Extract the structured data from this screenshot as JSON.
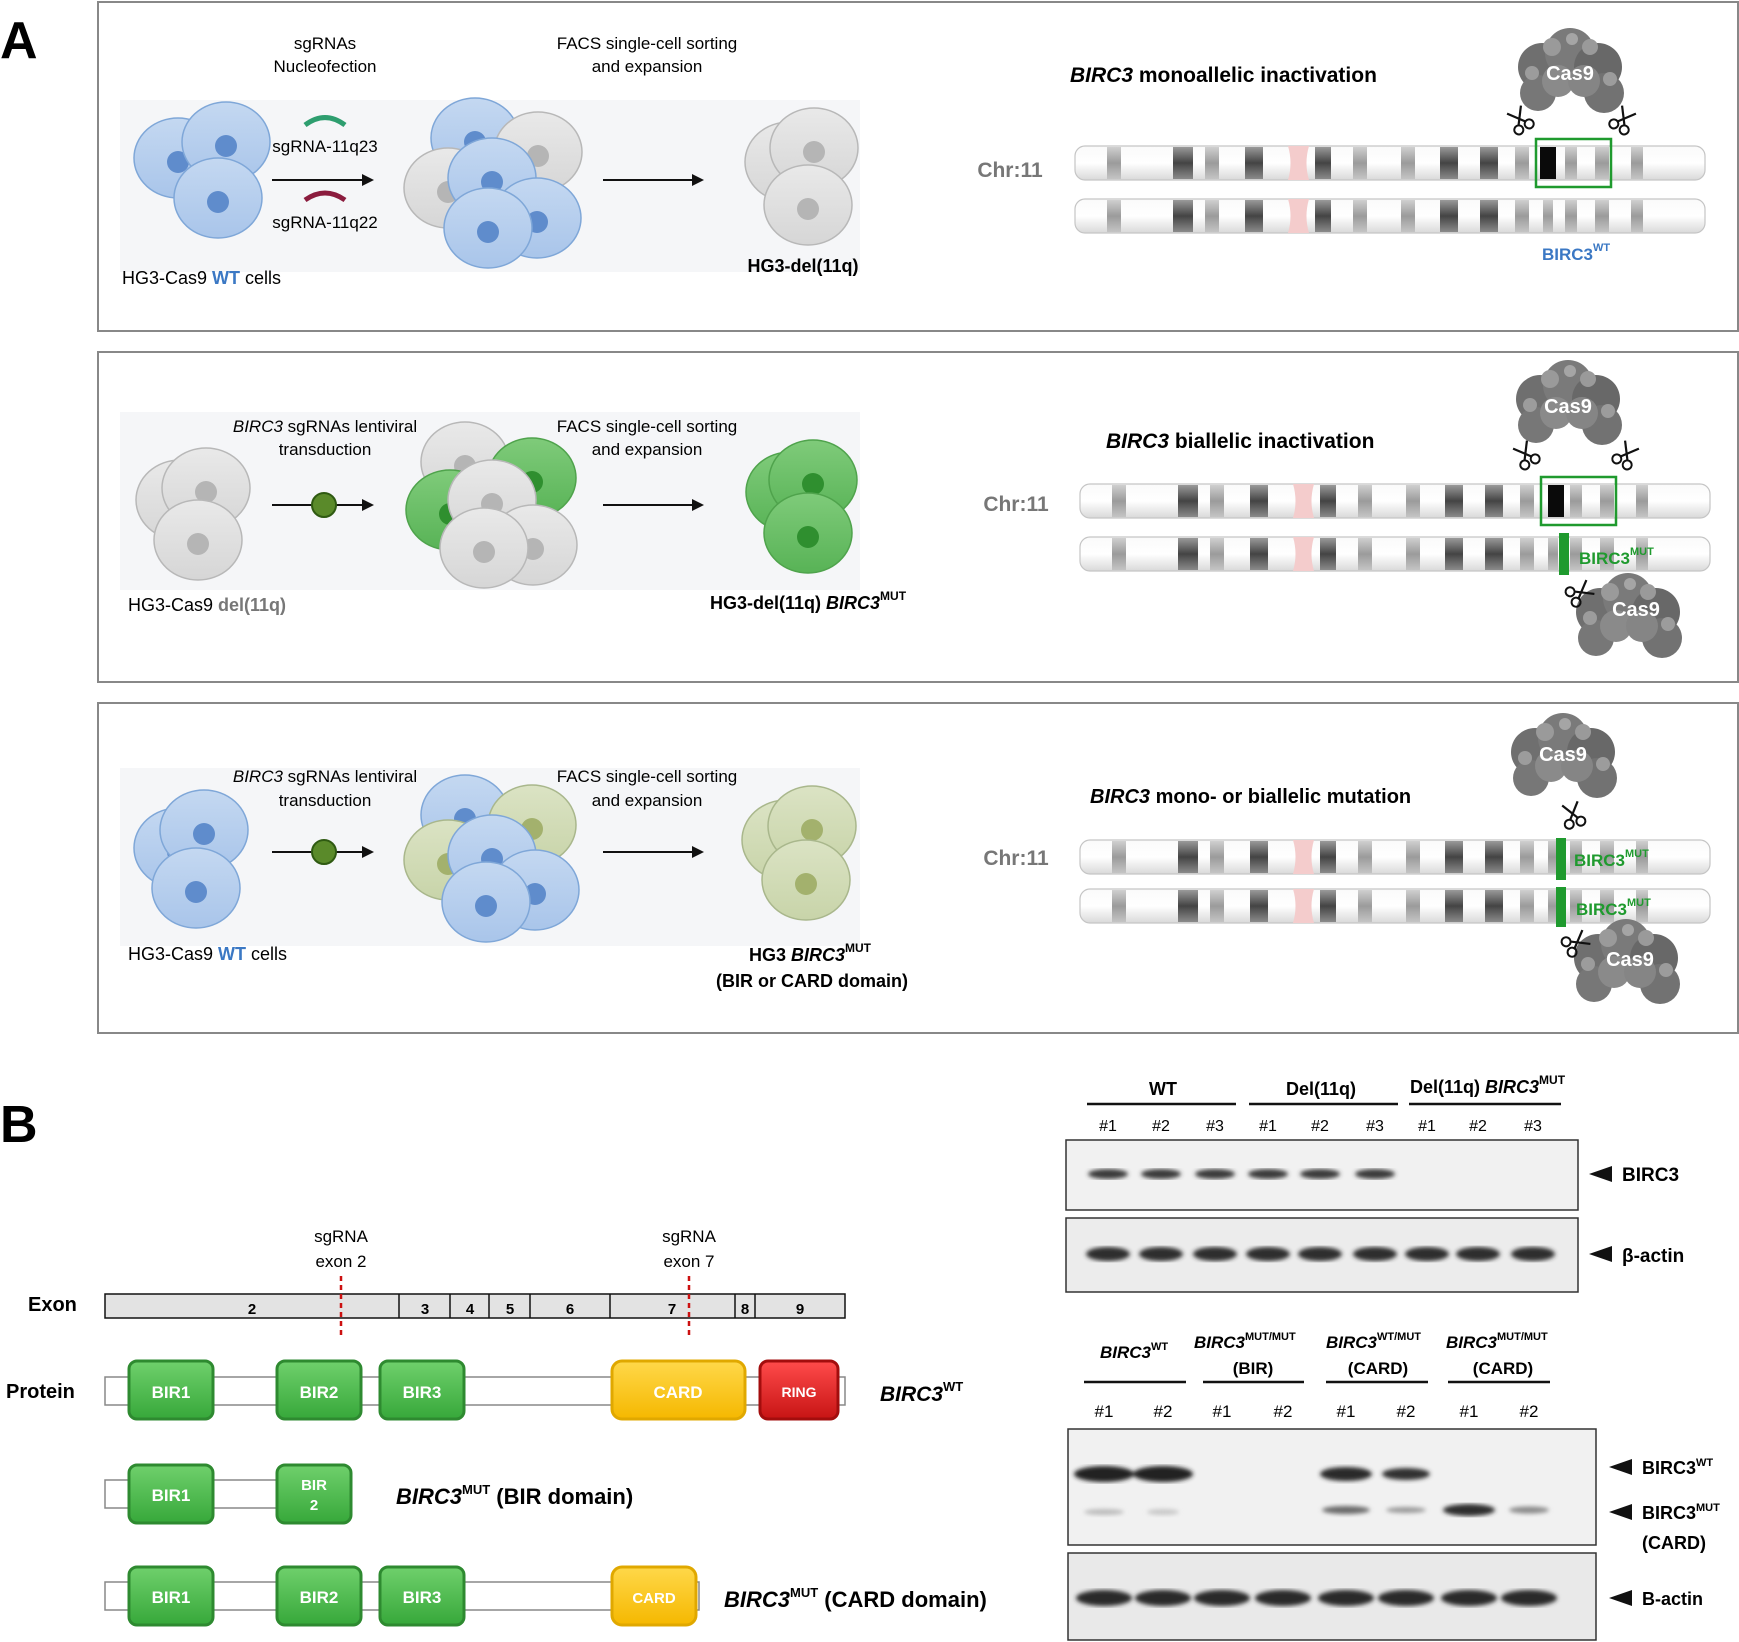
{
  "panelA": {
    "letter": "A",
    "rows": [
      {
        "step1": [
          "sgRNAs",
          "Nucleofection"
        ],
        "sg_a": "sgRNA-11q23",
        "sg_b": "sgRNA-11q22",
        "step2": [
          "FACS single-cell sorting",
          "and expansion"
        ],
        "start_pre": "HG3-Cas9 ",
        "start_hl": "WT",
        "start_post": " cells",
        "end_label": "HG3-del(11q)",
        "title_it": "BIRC3",
        "title_rest": " monoallelic inactivation",
        "chr": "Chr:11",
        "cas9": "Cas9",
        "allele": "BIRC3",
        "allele_sup": "WT"
      },
      {
        "step1_it": "BIRC3",
        "step1_rest": " sgRNAs lentiviral",
        "step1_b": "transduction",
        "step2": [
          "FACS single-cell sorting",
          "and expansion"
        ],
        "start_pre": "HG3-Cas9 ",
        "start_hl": "del(11q)",
        "end_pre": "HG3-del(11q) ",
        "end_it": "BIRC3",
        "end_sup": "MUT",
        "title_it": "BIRC3",
        "title_rest": " biallelic inactivation",
        "chr": "Chr:11",
        "cas9": "Cas9",
        "allele": "BIRC3",
        "allele_sup": "MUT"
      },
      {
        "step1_it": "BIRC3",
        "step1_rest": " sgRNAs lentiviral",
        "step1_b": "transduction",
        "step2": [
          "FACS single-cell sorting",
          "and expansion"
        ],
        "start_pre": "HG3-Cas9 ",
        "start_hl": "WT",
        "start_post": " cells",
        "end_pre": "HG3 ",
        "end_it": "BIRC3",
        "end_sup": "MUT",
        "end_line2": "(BIR or CARD domain)",
        "title_it": "BIRC3",
        "title_rest": " mono- or biallelic mutation",
        "chr": "Chr:11",
        "cas9": "Cas9",
        "allele": "BIRC3",
        "allele_sup": "MUT"
      }
    ]
  },
  "panelB": {
    "letter": "B",
    "sg_left": [
      "sgRNA",
      "exon 2"
    ],
    "sg_right": [
      "sgRNA",
      "exon 7"
    ],
    "exon_label": "Exon",
    "exons": [
      "2",
      "3",
      "4",
      "5",
      "6",
      "7",
      "8",
      "9"
    ],
    "protein_label": "Protein",
    "domains": {
      "bir1": "BIR1",
      "bir2": "BIR2",
      "bir3": "BIR3",
      "card": "CARD",
      "ring": "RING",
      "bir2_a": "BIR",
      "bir2_b": "2"
    },
    "wt_it": "BIRC3",
    "wt_sup": "WT",
    "mut_it": "BIRC3",
    "mut_sup": "MUT",
    "mut_bir_rest": " (BIR domain)",
    "mut_card_rest": " (CARD domain)",
    "blot1": {
      "groups": [
        "WT",
        "Del(11q)"
      ],
      "group3_pre": "Del(11q) ",
      "group3_it": "BIRC3",
      "group3_sup": "MUT",
      "lanes": [
        "#1",
        "#2",
        "#3",
        "#1",
        "#2",
        "#3",
        "#1",
        "#2",
        "#3"
      ],
      "band1": "BIRC3",
      "band2": "β-actin"
    },
    "blot2": {
      "g1_it": "BIRC3",
      "g1_sup": "WT",
      "g2_it": "BIRC3",
      "g2_sup": "MUT/MUT",
      "g2_sub": "(BIR)",
      "g3_it": "BIRC3",
      "g3_sup": "WT/MUT",
      "g3_sub": "(CARD)",
      "g4_it": "BIRC3",
      "g4_sup": "MUT/MUT",
      "g4_sub": "(CARD)",
      "lanes": [
        "#1",
        "#2",
        "#1",
        "#2",
        "#1",
        "#2",
        "#1",
        "#2"
      ],
      "band_wt": "BIRC3",
      "band_wt_sup": "WT",
      "band_mut": "BIRC3",
      "band_mut_sup": "MUT",
      "band_mut_sub": "(CARD)",
      "band_actin": "B-actin"
    }
  },
  "colors": {
    "wt_blue": "#3b78c4",
    "mut_green": "#1f9a2e",
    "cell_blue": "#9fbde6",
    "cell_green": "#5cb85c",
    "cell_grey": "#d4d4d4",
    "cell_olive": "#c7d3a8"
  }
}
